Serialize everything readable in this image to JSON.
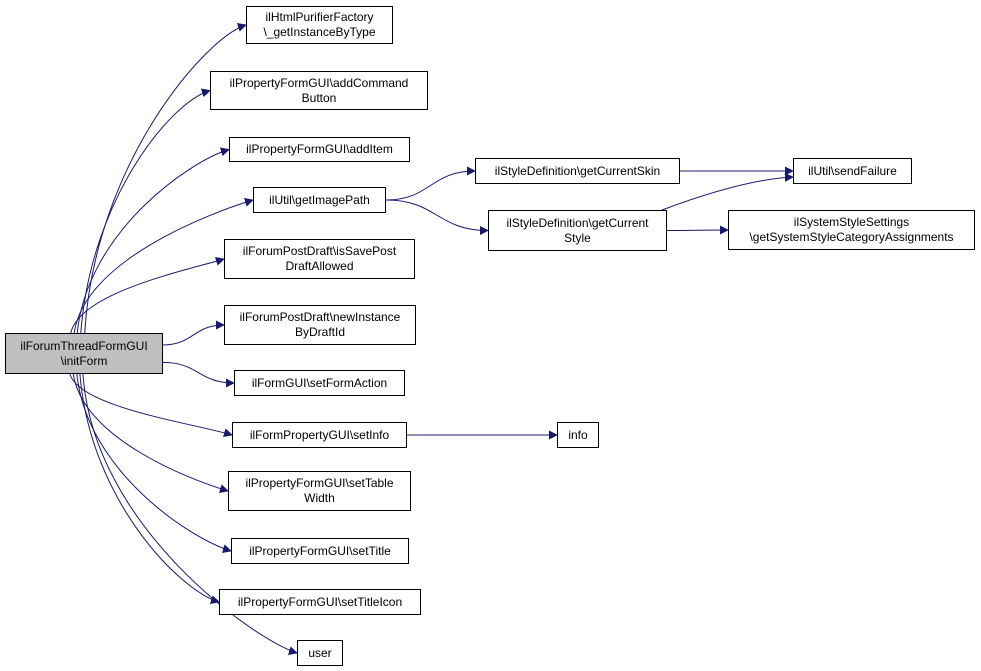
{
  "graph": {
    "nodes": [
      {
        "id": "root",
        "lines": [
          "ilForumThreadFormGUI",
          "\\initForm"
        ],
        "root": true
      },
      {
        "id": "htmlpurifier",
        "lines": [
          "ilHtmlPurifierFactory",
          "\\_getInstanceByType"
        ]
      },
      {
        "id": "addcmd",
        "lines": [
          "ilPropertyFormGUI\\addCommand",
          "Button"
        ]
      },
      {
        "id": "additem",
        "lines": [
          "ilPropertyFormGUI\\addItem"
        ]
      },
      {
        "id": "getimagepath",
        "lines": [
          "ilUtil\\getImagePath"
        ]
      },
      {
        "id": "issavepost",
        "lines": [
          "ilForumPostDraft\\isSavePost",
          "DraftAllowed"
        ]
      },
      {
        "id": "newinstance",
        "lines": [
          "ilForumPostDraft\\newInstance",
          "ByDraftId"
        ]
      },
      {
        "id": "setformaction",
        "lines": [
          "ilFormGUI\\setFormAction"
        ]
      },
      {
        "id": "setinfo",
        "lines": [
          "ilFormPropertyGUI\\setInfo"
        ]
      },
      {
        "id": "settablewidth",
        "lines": [
          "ilPropertyFormGUI\\setTable",
          "Width"
        ]
      },
      {
        "id": "settitle",
        "lines": [
          "ilPropertyFormGUI\\setTitle"
        ]
      },
      {
        "id": "settitleicon",
        "lines": [
          "ilPropertyFormGUI\\setTitleIcon"
        ]
      },
      {
        "id": "user",
        "lines": [
          "user"
        ]
      },
      {
        "id": "getcurrentskin",
        "lines": [
          "ilStyleDefinition\\getCurrentSkin"
        ]
      },
      {
        "id": "getcurrentstyle",
        "lines": [
          "ilStyleDefinition\\getCurrent",
          "Style"
        ]
      },
      {
        "id": "sendfailure",
        "lines": [
          "ilUtil\\sendFailure"
        ]
      },
      {
        "id": "systemstyle",
        "lines": [
          "ilSystemStyleSettings",
          "\\getSystemStyleCategoryAssignments"
        ]
      },
      {
        "id": "info",
        "lines": [
          "info"
        ]
      }
    ],
    "edges": [
      [
        "root",
        "htmlpurifier"
      ],
      [
        "root",
        "addcmd"
      ],
      [
        "root",
        "additem"
      ],
      [
        "root",
        "getimagepath"
      ],
      [
        "root",
        "issavepost"
      ],
      [
        "root",
        "newinstance"
      ],
      [
        "root",
        "setformaction"
      ],
      [
        "root",
        "setinfo"
      ],
      [
        "root",
        "settablewidth"
      ],
      [
        "root",
        "settitle"
      ],
      [
        "root",
        "settitleicon"
      ],
      [
        "root",
        "user"
      ],
      [
        "getimagepath",
        "getcurrentskin"
      ],
      [
        "getimagepath",
        "getcurrentstyle"
      ],
      [
        "getcurrentskin",
        "sendfailure"
      ],
      [
        "getcurrentstyle",
        "sendfailure"
      ],
      [
        "getcurrentstyle",
        "systemstyle"
      ],
      [
        "setinfo",
        "info"
      ]
    ],
    "colors": {
      "edge": "#191970",
      "node_border": "#000000",
      "root_fill": "#bfbfbf",
      "node_fill": "#ffffff"
    }
  }
}
